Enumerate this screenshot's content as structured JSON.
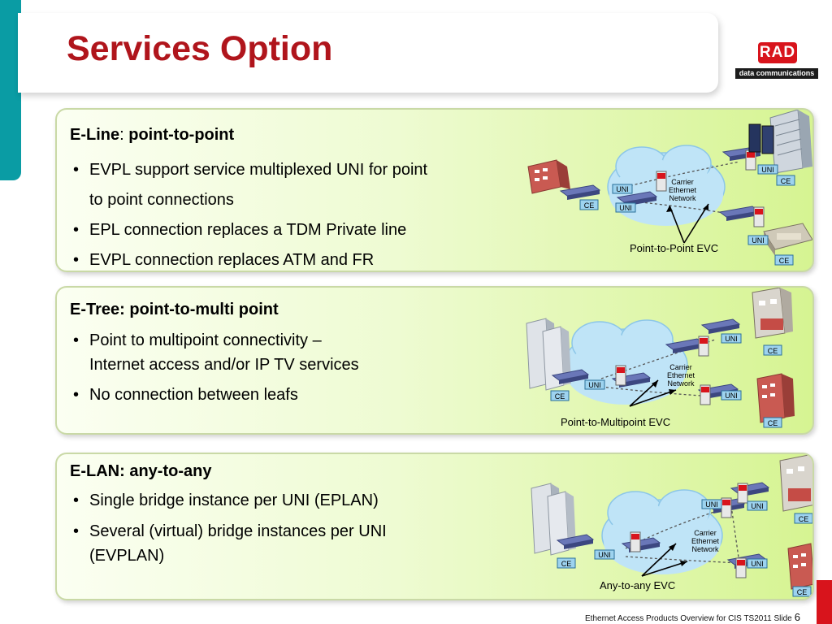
{
  "slide": {
    "title": "Services Option",
    "logo": {
      "brand": "RAD",
      "tagline": "data communications"
    },
    "footer": {
      "text": "Ethernet Access Products Overview for CIS TS2011 Slide",
      "slide_number": "6"
    }
  },
  "eline": {
    "heading_name": "E-Line",
    "heading_separator": ": ",
    "heading_type": "point-to-point",
    "bullets": [
      "EVPL support service multiplexed UNI for point",
      "to point connections",
      "EPL connection replaces a TDM Private line",
      "EVPL connection replaces ATM and FR"
    ],
    "diagram": {
      "cloud_label": [
        "Carrier",
        "Ethernet",
        "Network"
      ],
      "uni": "UNI",
      "ce": "CE",
      "evc_label": "Point-to-Point EVC"
    }
  },
  "etree": {
    "heading": "E-Tree: point-to-multi point",
    "bullets": [
      "Point to multipoint connectivity –",
      "Internet access and/or IP TV services",
      "No connection between leafs"
    ],
    "diagram": {
      "cloud_label": [
        "Carrier",
        "Ethernet",
        "Network"
      ],
      "uni": "UNI",
      "ce": "CE",
      "evc_label": "Point-to-Multipoint EVC"
    }
  },
  "elan": {
    "heading": "E-LAN: any-to-any",
    "bullets": [
      "Single bridge instance per UNI (EPLAN)",
      "Several (virtual) bridge instances per UNI",
      "(EVPLAN)"
    ],
    "diagram": {
      "cloud_label": [
        "Carrier",
        "Ethernet",
        "Network"
      ],
      "uni": "UNI",
      "ce": "CE",
      "evc_label": "Any-to-any EVC"
    }
  },
  "colors": {
    "title_red": "#b0151c",
    "teal": "#0a9ca4",
    "panel_green": "#d6f492",
    "cloud_blue": "#bfe4f7",
    "label_blue": "#9dd3ef",
    "brand_red": "#d8141c"
  },
  "icons": [
    "building-icon",
    "server-rack-icon",
    "globe-icon",
    "switch-icon",
    "mcf-device-icon",
    "cloud-icon"
  ]
}
